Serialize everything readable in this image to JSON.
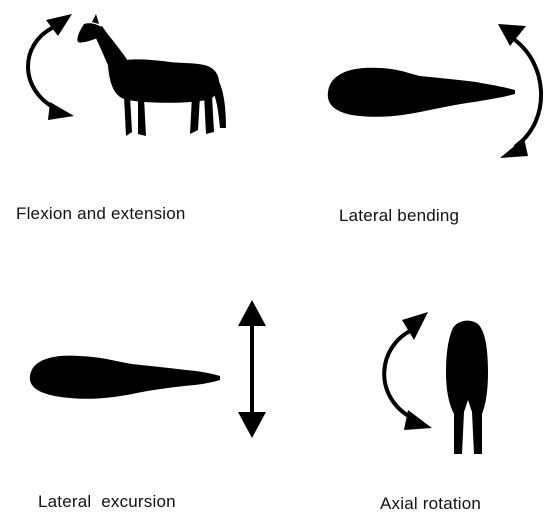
{
  "panels": [
    {
      "id": "flexion",
      "caption": "Flexion and extension"
    },
    {
      "id": "bending",
      "caption": "Lateral bending"
    },
    {
      "id": "excursion",
      "caption": "Lateral  excursion"
    },
    {
      "id": "rotation",
      "caption": "Axial rotation"
    }
  ],
  "colors": {
    "ink": "#000000",
    "background": "#ffffff"
  }
}
